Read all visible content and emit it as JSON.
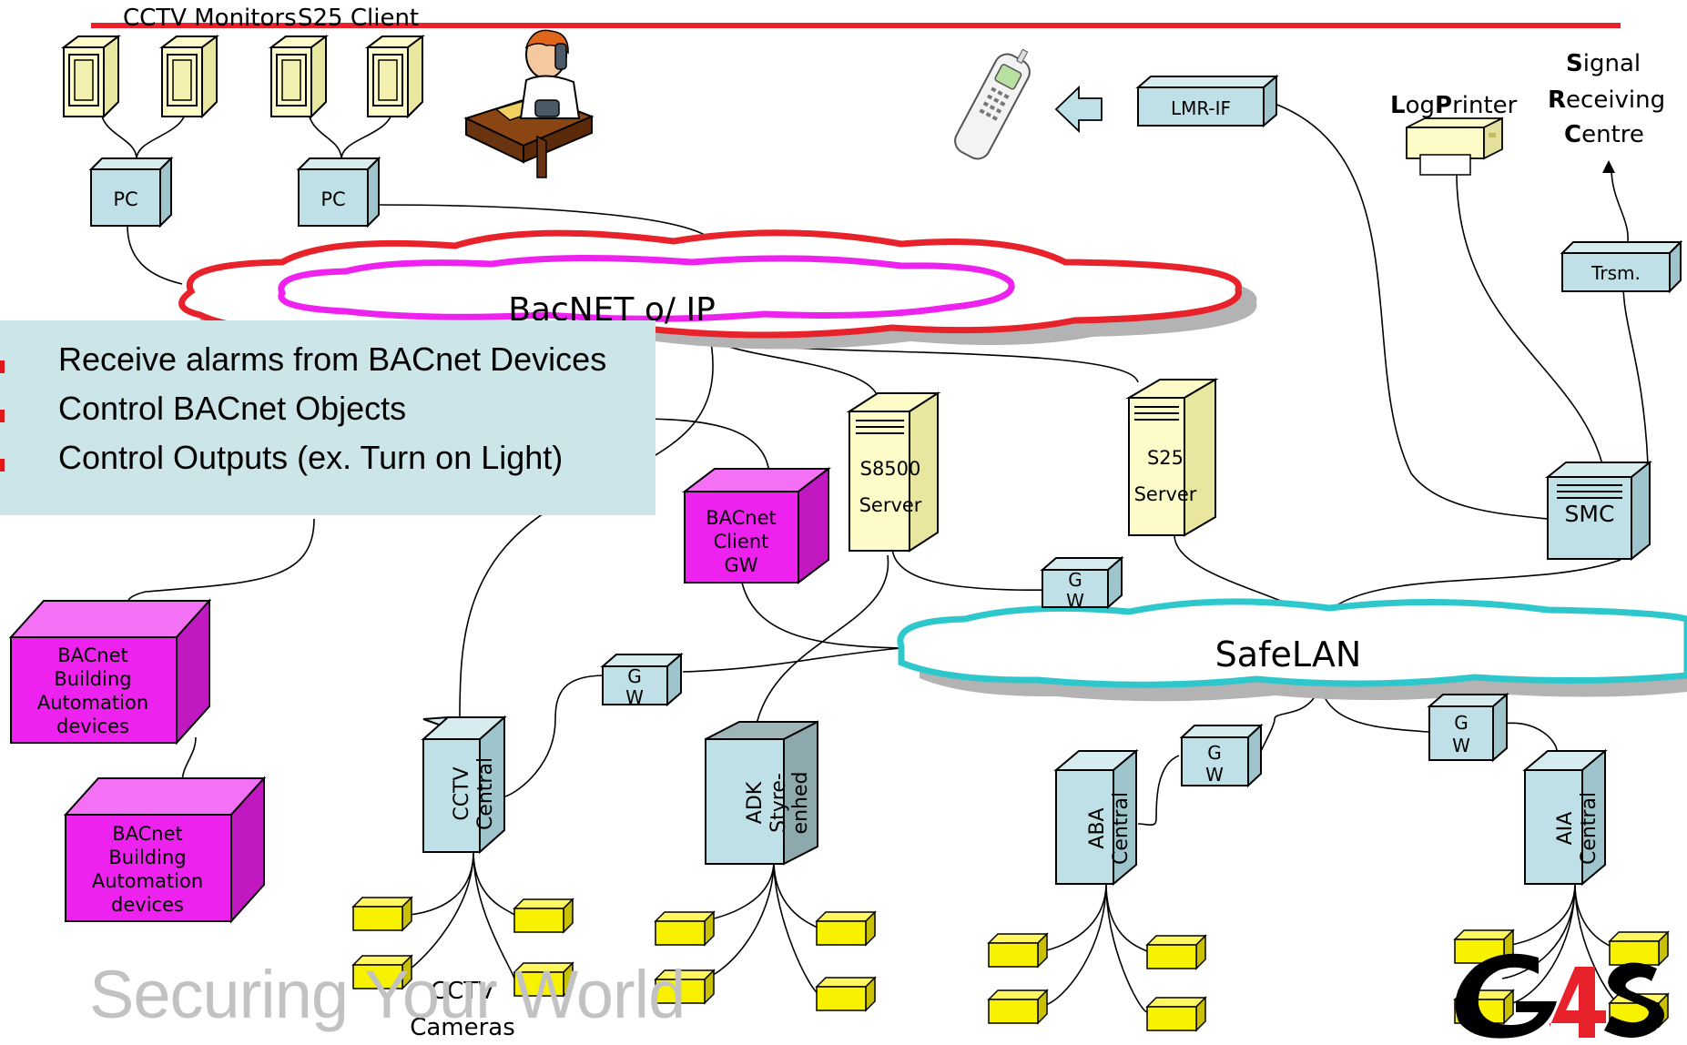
{
  "diagram": {
    "top_labels": {
      "cctv_monitors": "CCTV Monitors",
      "s25_client": "S25 Client"
    },
    "pc_left": "PC",
    "pc_right": "PC",
    "lmr_if": "LMR-IF",
    "log_printer": {
      "prefix_1": "L",
      "rest_1": "og",
      "prefix_2": "P",
      "rest_2": "rinter"
    },
    "signal_centre": {
      "line1_prefix": "S",
      "line1_rest": "ignal",
      "line2_prefix": "R",
      "line2_rest": "eceiving",
      "line3_prefix": "C",
      "line3_rest": "entre"
    },
    "trsm": "Trsm.",
    "bacnet_cloud": "BacNET o/ IP",
    "safelan_cloud": "SafeLAN",
    "info_items": [
      "Receive alarms from BACnet Devices",
      "Control BACnet Objects",
      "Control Outputs (ex. Turn on Light)"
    ],
    "s8500": {
      "line1": "S8500",
      "line2": "Server"
    },
    "s25": {
      "line1": "S25",
      "line2": "Server"
    },
    "smc": "SMC",
    "bacnet_client_gw": {
      "line1": "BACnet",
      "line2": "Client",
      "line3": "GW"
    },
    "gw_label_line1": "G",
    "gw_label_line2": "W",
    "bacnet_device_1": {
      "line1": "BACnet",
      "line2": "Building",
      "line3": "Automation",
      "line4": "devices"
    },
    "bacnet_device_2": {
      "line1": "BACnet",
      "line2": "Building",
      "line3": "Automation",
      "line4": "devices"
    },
    "cctv_central": {
      "line1": "CCTV",
      "line2": "Central"
    },
    "adk": {
      "line1": "ADK",
      "line2": "Styre-",
      "line3": "enhed"
    },
    "aba_central": {
      "line1": "ABA",
      "line2": "Central"
    },
    "aia_central": {
      "line1": "AIA",
      "line2": "Central"
    },
    "cctv_cameras": {
      "line1": "CCTV",
      "line2": "Cameras"
    },
    "tagline": "Securing Your World",
    "logo_text": "G4S",
    "colors": {
      "top_line": "#e8222a",
      "bacnet_cloud": "#e8222a",
      "bacnet_inner": "#ee22ee",
      "safelan_cloud": "#2ec8cc",
      "device_box": "#bfe0e6",
      "server_box": "#fdfcc8",
      "magenta_box": "#ee22ee",
      "yellow_device": "#f8f200",
      "info_box": "#cce5e9"
    }
  }
}
